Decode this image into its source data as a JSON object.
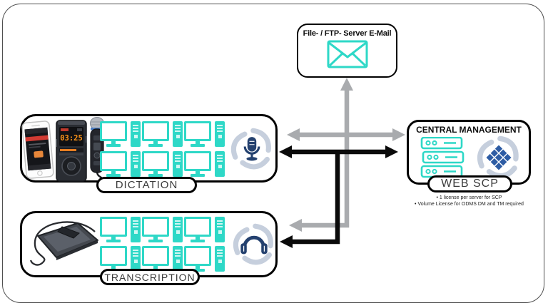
{
  "colors": {
    "teal": "#2ed8c7",
    "gray": "#a9abae",
    "navy": "#24416f",
    "swirl": "#c6cfdd",
    "diamond": "#2d5ca4",
    "orange": "#ff9518"
  },
  "file_server": {
    "title": "File- / FTP- Server E-Mail",
    "icon": "envelope-icon"
  },
  "dictation": {
    "label": "DICTATION",
    "recorder_display": "03:25",
    "icon": "odms-microphone-logo",
    "devices": [
      "smartphone",
      "voice-recorder",
      "dictation-microphone"
    ],
    "workstations": 6
  },
  "transcription": {
    "label": "TRANSCRIPTION",
    "icon": "odms-headphones-logo",
    "devices": [
      "foot-pedal"
    ],
    "workstations": 6
  },
  "central_management": {
    "title": "CENTRAL MANAGEMENT",
    "label": "WEB SCP",
    "icon": "server-stack-icon",
    "logo": "odms-scp-logo",
    "notes": [
      "• 1 license per server for SCP",
      "• Volume License for ODMS DM and TM required"
    ]
  }
}
